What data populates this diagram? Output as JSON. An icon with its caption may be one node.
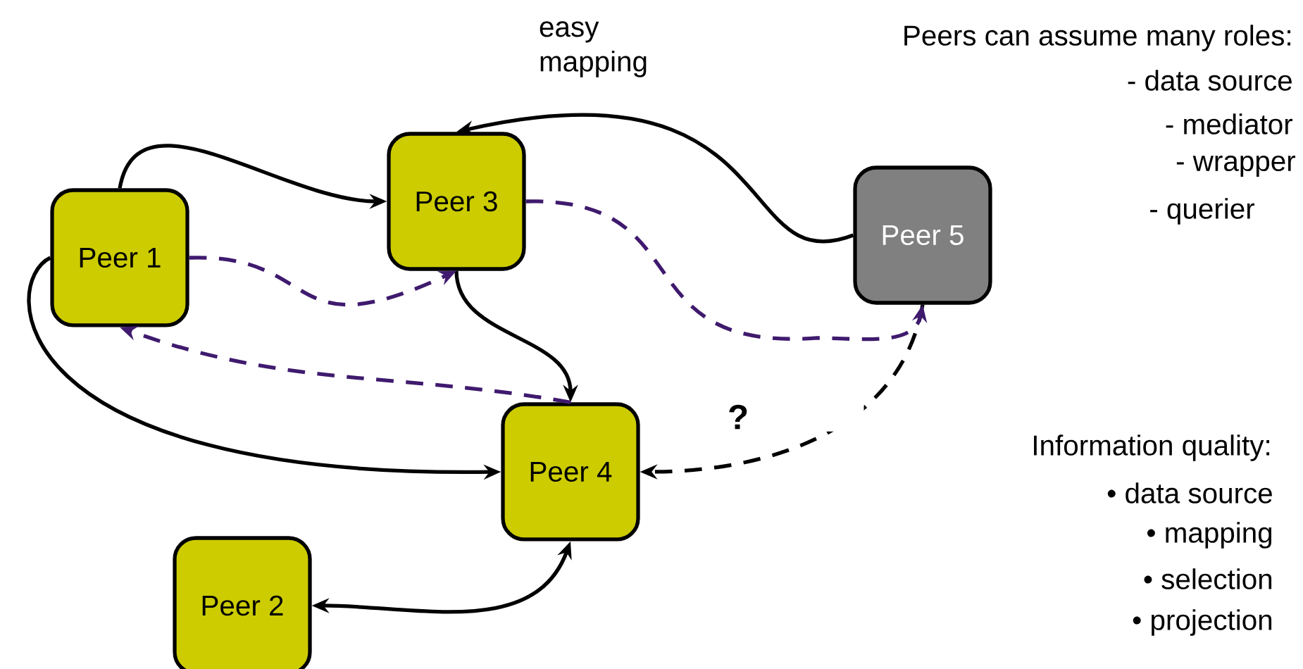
{
  "diagram": {
    "nodes": [
      {
        "text": [
          "Peer 1"
        ]
      },
      {
        "text": [
          "Peer 2"
        ]
      },
      {
        "text": [
          "Peer 3"
        ]
      },
      {
        "text": [
          "Peer 4"
        ]
      },
      {
        "text": [
          "Peer 5"
        ]
      }
    ],
    "edges": [
      {
        "from": 0,
        "to": 2,
        "arrow": "to"
      },
      {
        "from": 4,
        "to": 2,
        "arrow": "to",
        "label": "easy mapping"
      },
      {
        "from": 2,
        "to": 3,
        "arrow": "to"
      },
      {
        "from": 0,
        "to": 3,
        "arrow": "to"
      },
      {
        "from": 1,
        "to": 3,
        "arrow": "both"
      },
      {
        "from": 4,
        "to": 3,
        "arrow": "to",
        "style": "dashed",
        "label": "?"
      },
      {
        "from": 0,
        "to": 2,
        "arrow": "to",
        "style": "dashed",
        "color": "#3f1a6e"
      },
      {
        "from": 3,
        "to": 0,
        "arrow": "to",
        "style": "dashed",
        "color": "#3f1a6e"
      },
      {
        "from": 2,
        "to": 4,
        "arrow": "to",
        "style": "dashed",
        "color": "#3f1a6e"
      }
    ],
    "labels": [
      "Peers can assume many roles:",
      "- data source",
      "- mediator",
      "- wrapper",
      "- querier",
      "Information quality:",
      "• data source",
      "• mapping",
      "• selection",
      "• projection"
    ]
  }
}
